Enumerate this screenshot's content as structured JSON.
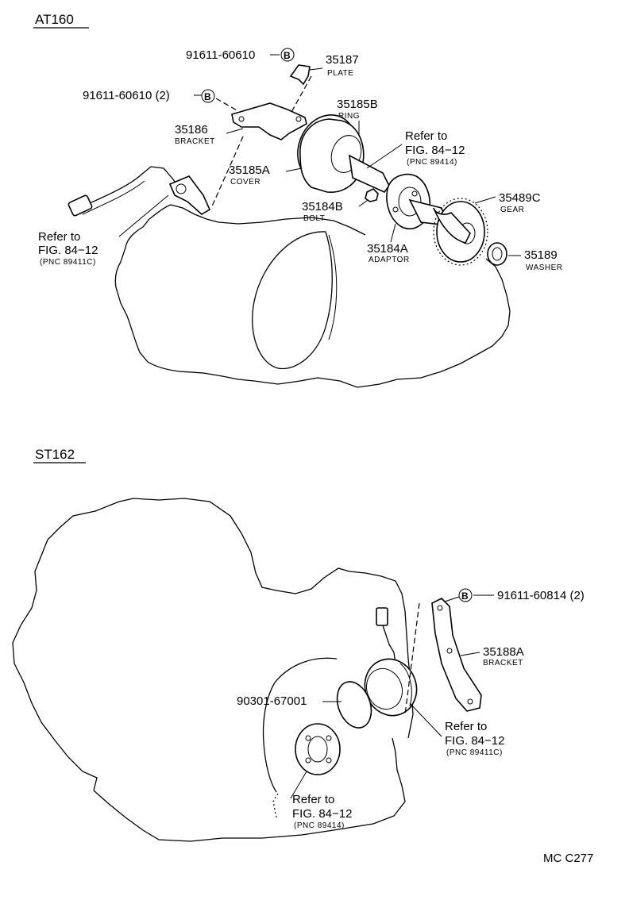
{
  "sections": {
    "top": {
      "title": "AT160"
    },
    "bottom": {
      "title": "ST162"
    }
  },
  "circle_b": "B",
  "top": {
    "bolt1": "91611-60610",
    "bolt2": "91611-60610 (2)",
    "plate": {
      "pn": "35187",
      "name": "PLATE"
    },
    "ring": {
      "pn": "35185B",
      "name": "RING"
    },
    "bracket": {
      "pn": "35186",
      "name": "BRACKET"
    },
    "cover": {
      "pn": "35185A",
      "name": "COVER"
    },
    "bolt": {
      "pn": "35184B",
      "name": "BOLT"
    },
    "adaptor": {
      "pn": "35184A",
      "name": "ADAPTOR"
    },
    "gear": {
      "pn": "35489C",
      "name": "GEAR"
    },
    "washer": {
      "pn": "35189",
      "name": "WASHER"
    },
    "ref_top": {
      "l1": "Refer to",
      "l2": "FIG. 84−12",
      "l3": "(PNC 89414)"
    },
    "ref_left": {
      "l1": "Refer to",
      "l2": "FIG. 84−12",
      "l3": "(PNC 89411C)"
    }
  },
  "bottom": {
    "bolt": "91611-60814 (2)",
    "bracket": {
      "pn": "35188A",
      "name": "BRACKET"
    },
    "oring": "90301-67001",
    "ref_right": {
      "l1": "Refer to",
      "l2": "FIG. 84−12",
      "l3": "(PNC 89411C)"
    },
    "ref_bottom": {
      "l1": "Refer to",
      "l2": "FIG. 84−12",
      "l3": "(PNC 89414)"
    }
  },
  "figure_code": "MC C277"
}
